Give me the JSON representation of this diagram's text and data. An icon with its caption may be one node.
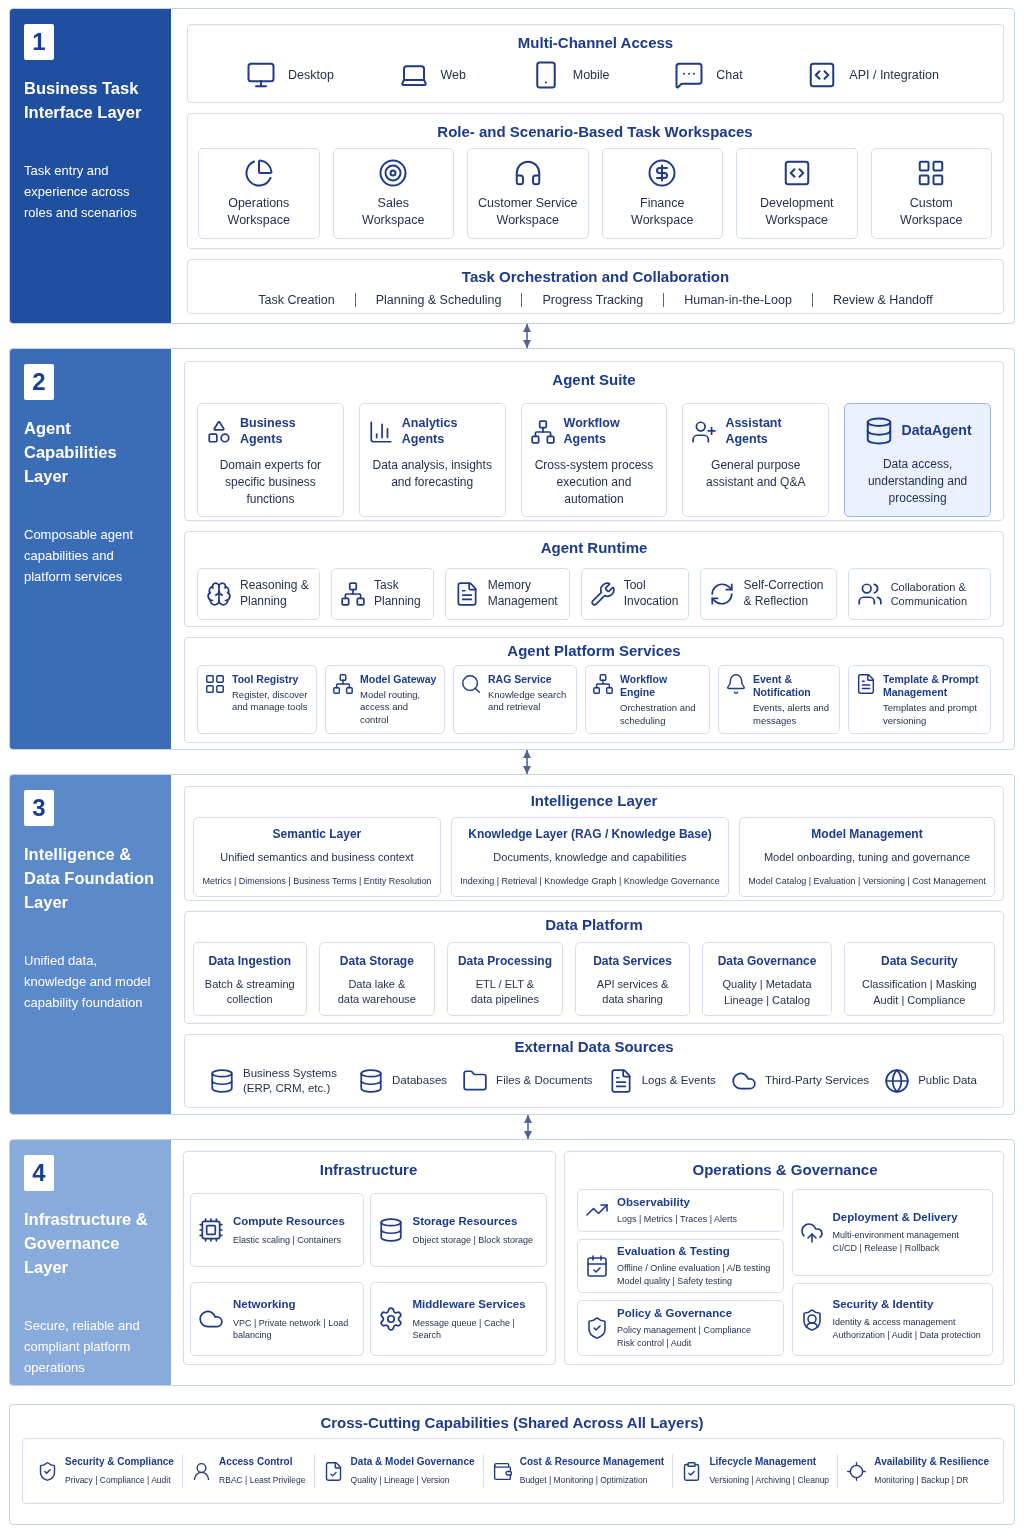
{
  "diagram": {
    "nodes": [
      {
        "text": [
          "1",
          "Business Task Interface Layer",
          "Task entry and experience across roles and scenarios"
        ]
      },
      {
        "text": [
          "Multi-Channel Access",
          "Desktop",
          "Web",
          "Mobile",
          "Chat",
          "API / Integration"
        ],
        "in": 0
      },
      {
        "text": [
          "Role- and Scenario-Based Task Workspaces"
        ],
        "in": 0
      },
      {
        "text": [
          "Operations Workspace"
        ],
        "in": 2
      },
      {
        "text": [
          "Sales Workspace"
        ],
        "in": 2
      },
      {
        "text": [
          "Customer Service Workspace"
        ],
        "in": 2
      },
      {
        "text": [
          "Finance Workspace"
        ],
        "in": 2
      },
      {
        "text": [
          "Development Workspace"
        ],
        "in": 2
      },
      {
        "text": [
          "Custom Workspace"
        ],
        "in": 2
      },
      {
        "text": [
          "Task Orchestration and Collaboration",
          "Task Creation",
          "Planning & Scheduling",
          "Progress Tracking",
          "Human-in-the-Loop",
          "Review & Handoff"
        ],
        "in": 0
      },
      {
        "text": [
          "2",
          "Agent Capabilities Layer",
          "Composable agent capabilities and platform services"
        ]
      },
      {
        "text": [
          "Agent Suite"
        ],
        "in": 10
      },
      {
        "text": [
          "Business Agents",
          "Domain experts for specific business functions"
        ],
        "in": 11
      },
      {
        "text": [
          "Analytics Agents",
          "Data analysis, insights and forecasting"
        ],
        "in": 11
      },
      {
        "text": [
          "Workflow Agents",
          "Cross-system process execution and automation"
        ],
        "in": 11
      },
      {
        "text": [
          "Assistant Agents",
          "General purpose assistant and Q&A"
        ],
        "in": 11
      },
      {
        "text": [
          "DataAgent",
          "Data access, understanding and processing"
        ],
        "in": 11
      },
      {
        "text": [
          "Agent Runtime"
        ],
        "in": 10
      },
      {
        "text": [
          "Reasoning & Planning"
        ],
        "in": 17
      },
      {
        "text": [
          "Task Planning"
        ],
        "in": 17
      },
      {
        "text": [
          "Memory Management"
        ],
        "in": 17
      },
      {
        "text": [
          "Tool Invocation"
        ],
        "in": 17
      },
      {
        "text": [
          "Self-Correction & Reflection"
        ],
        "in": 17
      },
      {
        "text": [
          "Collaboration & Communication"
        ],
        "in": 17
      },
      {
        "text": [
          "Agent Platform Services"
        ],
        "in": 10
      },
      {
        "text": [
          "Tool Registry",
          "Register, discover and manage tools"
        ],
        "in": 24
      },
      {
        "text": [
          "Model Gateway",
          "Model routing, access and control"
        ],
        "in": 24
      },
      {
        "text": [
          "RAG Service",
          "Knowledge search and retrieval"
        ],
        "in": 24
      },
      {
        "text": [
          "Workflow Engine",
          "Orchestration and scheduling"
        ],
        "in": 24
      },
      {
        "text": [
          "Event & Notification",
          "Events, alerts and messages"
        ],
        "in": 24
      },
      {
        "text": [
          "Template & Prompt Management",
          "Templates and prompt versioning"
        ],
        "in": 24
      },
      {
        "text": [
          "3",
          "Intelligence & Data Foundation Layer",
          "Unified data, knowledge and model capability foundation"
        ]
      },
      {
        "text": [
          "Intelligence Layer"
        ],
        "in": 31
      },
      {
        "text": [
          "Semantic Layer",
          "Unified semantics and business context",
          "Metrics | Dimensions | Business Terms | Entity Resolution"
        ],
        "in": 32
      },
      {
        "text": [
          "Knowledge Layer (RAG / Knowledge Base)",
          "Documents, knowledge and capabilities",
          "Indexing | Retrieval | Knowledge Graph | Knowledge Governance"
        ],
        "in": 32
      },
      {
        "text": [
          "Model Management",
          "Model onboarding, tuning and governance",
          "Model Catalog | Evaluation | Versioning | Cost Management"
        ],
        "in": 32
      },
      {
        "text": [
          "Data Platform"
        ],
        "in": 31
      },
      {
        "text": [
          "Data Ingestion",
          "Batch & streaming collection"
        ],
        "in": 36
      },
      {
        "text": [
          "Data Storage",
          "Data lake & data warehouse"
        ],
        "in": 36
      },
      {
        "text": [
          "Data Processing",
          "ETL / ELT & data pipelines"
        ],
        "in": 36
      },
      {
        "text": [
          "Data Services",
          "API services & data sharing"
        ],
        "in": 36
      },
      {
        "text": [
          "Data Governance",
          "Quality | Metadata",
          "Lineage | Catalog"
        ],
        "in": 36
      },
      {
        "text": [
          "Data Security",
          "Classification | Masking",
          "Audit | Compliance"
        ],
        "in": 36
      },
      {
        "text": [
          "External Data Sources",
          "Business Systems (ERP, CRM, etc.)",
          "Databases",
          "Files & Documents",
          "Logs & Events",
          "Third-Party Services",
          "Public Data"
        ],
        "in": 31
      },
      {
        "text": [
          "4",
          "Infrastructure & Governance Layer",
          "Secure, reliable and compliant platform operations"
        ]
      },
      {
        "text": [
          "Infrastructure"
        ],
        "in": 44
      },
      {
        "text": [
          "Compute Resources",
          "Elastic scaling | Containers"
        ],
        "in": 45
      },
      {
        "text": [
          "Storage Resources",
          "Object storage | Block storage"
        ],
        "in": 45
      },
      {
        "text": [
          "Networking",
          "VPC | Private network | Load balancing"
        ],
        "in": 45
      },
      {
        "text": [
          "Middleware Services",
          "Message queue | Cache | Search"
        ],
        "in": 45
      },
      {
        "text": [
          "Operations & Governance"
        ],
        "in": 44
      },
      {
        "text": [
          "Observability",
          "Logs | Metrics | Traces | Alerts"
        ],
        "in": 50
      },
      {
        "text": [
          "Evaluation & Testing",
          "Offline / Online evaluation | A/B testing",
          "Model quality | Safety testing"
        ],
        "in": 50
      },
      {
        "text": [
          "Policy & Governance",
          "Policy management | Compliance",
          "Risk control | Audit"
        ],
        "in": 50
      },
      {
        "text": [
          "Deployment & Delivery",
          "Multi-environment management",
          "CI/CD | Release | Rollback"
        ],
        "in": 50
      },
      {
        "text": [
          "Security & Identity",
          "Identity & access management",
          "Authorization | Audit | Data protection"
        ],
        "in": 50
      },
      {
        "text": [
          "Cross-Cutting Capabilities (Shared Across All Layers)"
        ]
      },
      {
        "text": [
          "Security & Compliance",
          "Privacy | Compliance | Audit",
          "Access Control",
          "RBAC | Least Privilege",
          "Data & Model Governance",
          "Quality | Lineage | Version",
          "Cost & Resource Management",
          "Budget | Monitoring | Optimization",
          "Lifecycle Management",
          "Versioning | Archiving | Cleanup",
          "Availability & Resilience",
          "Monitoring | Backup | DR"
        ],
        "in": 56
      }
    ],
    "edges": [
      {
        "from": 0,
        "to": 10,
        "arrow": "both"
      },
      {
        "from": 10,
        "to": 31,
        "arrow": "both"
      },
      {
        "from": 31,
        "to": 44,
        "arrow": "both"
      }
    ]
  }
}
